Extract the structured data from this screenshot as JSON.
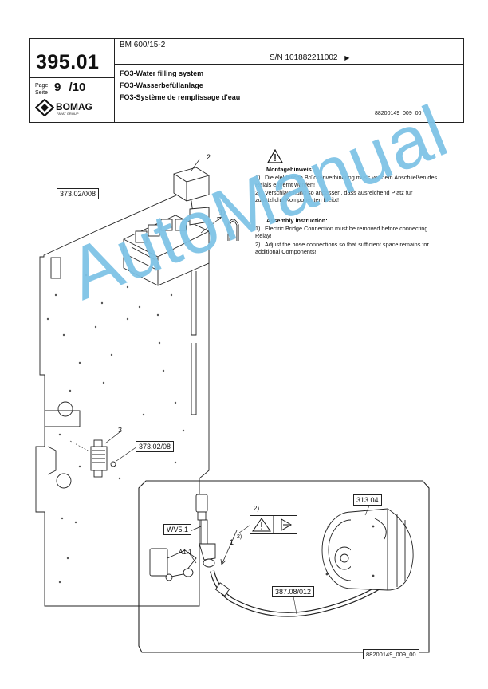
{
  "header": {
    "page_code": "395.01",
    "page_label_1": "Page",
    "page_label_2": "Seite",
    "page_current": "9",
    "page_total": "/10",
    "brand": "BOMAG",
    "brand_sub": "FAYAT GROUP",
    "model": "BM 600/15-2",
    "serial": "S/N 101882211002",
    "title_en": "FO3-Water filling system",
    "title_de": "FO3-Wasserbefüllanlage",
    "title_fr": "FO3-Système de remplissage d'eau",
    "doc_ref": "88200149_009_00"
  },
  "notes": {
    "de_heading": "Montagehinweis:",
    "de_items": [
      {
        "n": "1)",
        "text": "Die elektrische Brückenverbindung muss vor dem Anschließen des Relais entfernt werden!"
      },
      {
        "n": "2)",
        "text": "Verschlauchung so anpassen, dass ausreichend Platz für zusätzliche Komponenten bleibt!"
      }
    ],
    "en_heading": "Assembly instruction:",
    "en_items": [
      {
        "n": "1)",
        "text": "Electric Bridge Connection must be removed before connecting Relay!"
      },
      {
        "n": "2)",
        "text": "Adjust the hose connections so that sufficient space remains for additional Components!"
      }
    ]
  },
  "callouts": {
    "panel_ref": "373.02/008",
    "bracket_ref": "373.02/08",
    "item_2": "2",
    "item_3": "3",
    "note_1": "1)",
    "note_2": "2)",
    "valve": "WV5.1",
    "port": "A1.1",
    "pos_1": "1",
    "pos_2": "2)",
    "hose_ref": "387.08/012",
    "pump_ref": "313.04"
  },
  "watermark": "AutoManual",
  "footer_ref": "88200149_009_00"
}
